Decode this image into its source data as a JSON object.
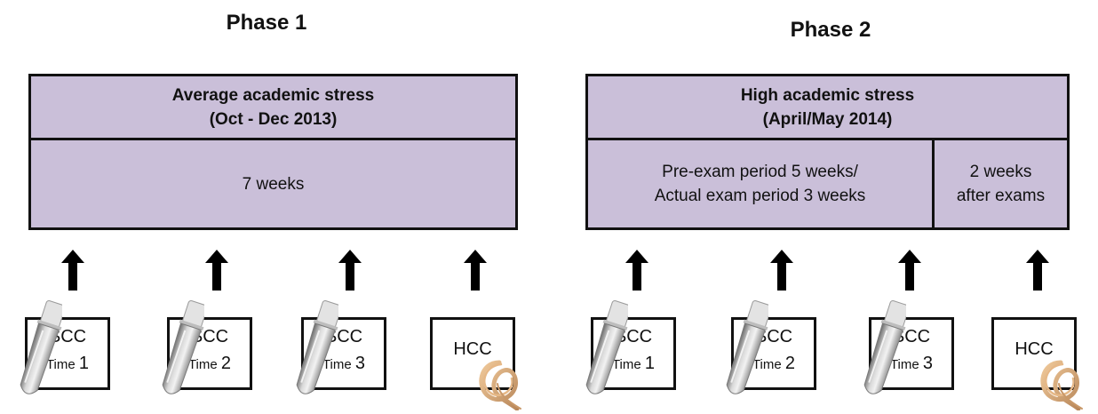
{
  "phases": [
    {
      "title": "Phase 1",
      "header": [
        "Average academic stress",
        "(Oct - Dec 2013)"
      ],
      "periods": [
        {
          "lines": [
            "7 weeks"
          ]
        }
      ],
      "samples": [
        {
          "code": "SCC",
          "time_label": "Time",
          "time_num": "1",
          "icon": "saliva-tube-icon"
        },
        {
          "code": "SCC",
          "time_label": "Time",
          "time_num": "2",
          "icon": "saliva-tube-icon"
        },
        {
          "code": "SCC",
          "time_label": "Time",
          "time_num": "3",
          "icon": "saliva-tube-icon"
        },
        {
          "code": "HCC",
          "icon": "hair-strand-icon"
        }
      ]
    },
    {
      "title": "Phase 2",
      "header": [
        "High academic stress",
        "(April/May 2014)"
      ],
      "periods": [
        {
          "lines": [
            "Pre-exam period 5 weeks/",
            "Actual exam period 3 weeks"
          ]
        },
        {
          "lines": [
            "2 weeks",
            "after exams"
          ]
        }
      ],
      "samples": [
        {
          "code": "SCC",
          "time_label": "Time",
          "time_num": "1",
          "icon": "saliva-tube-icon"
        },
        {
          "code": "SCC",
          "time_label": "Time",
          "time_num": "2",
          "icon": "saliva-tube-icon"
        },
        {
          "code": "SCC",
          "time_label": "Time",
          "time_num": "3",
          "icon": "saliva-tube-icon"
        },
        {
          "code": "HCC",
          "icon": "hair-strand-icon"
        }
      ]
    }
  ],
  "colors": {
    "box_fill": "#cabfd9",
    "border": "#111111",
    "arrow": "#000000"
  }
}
